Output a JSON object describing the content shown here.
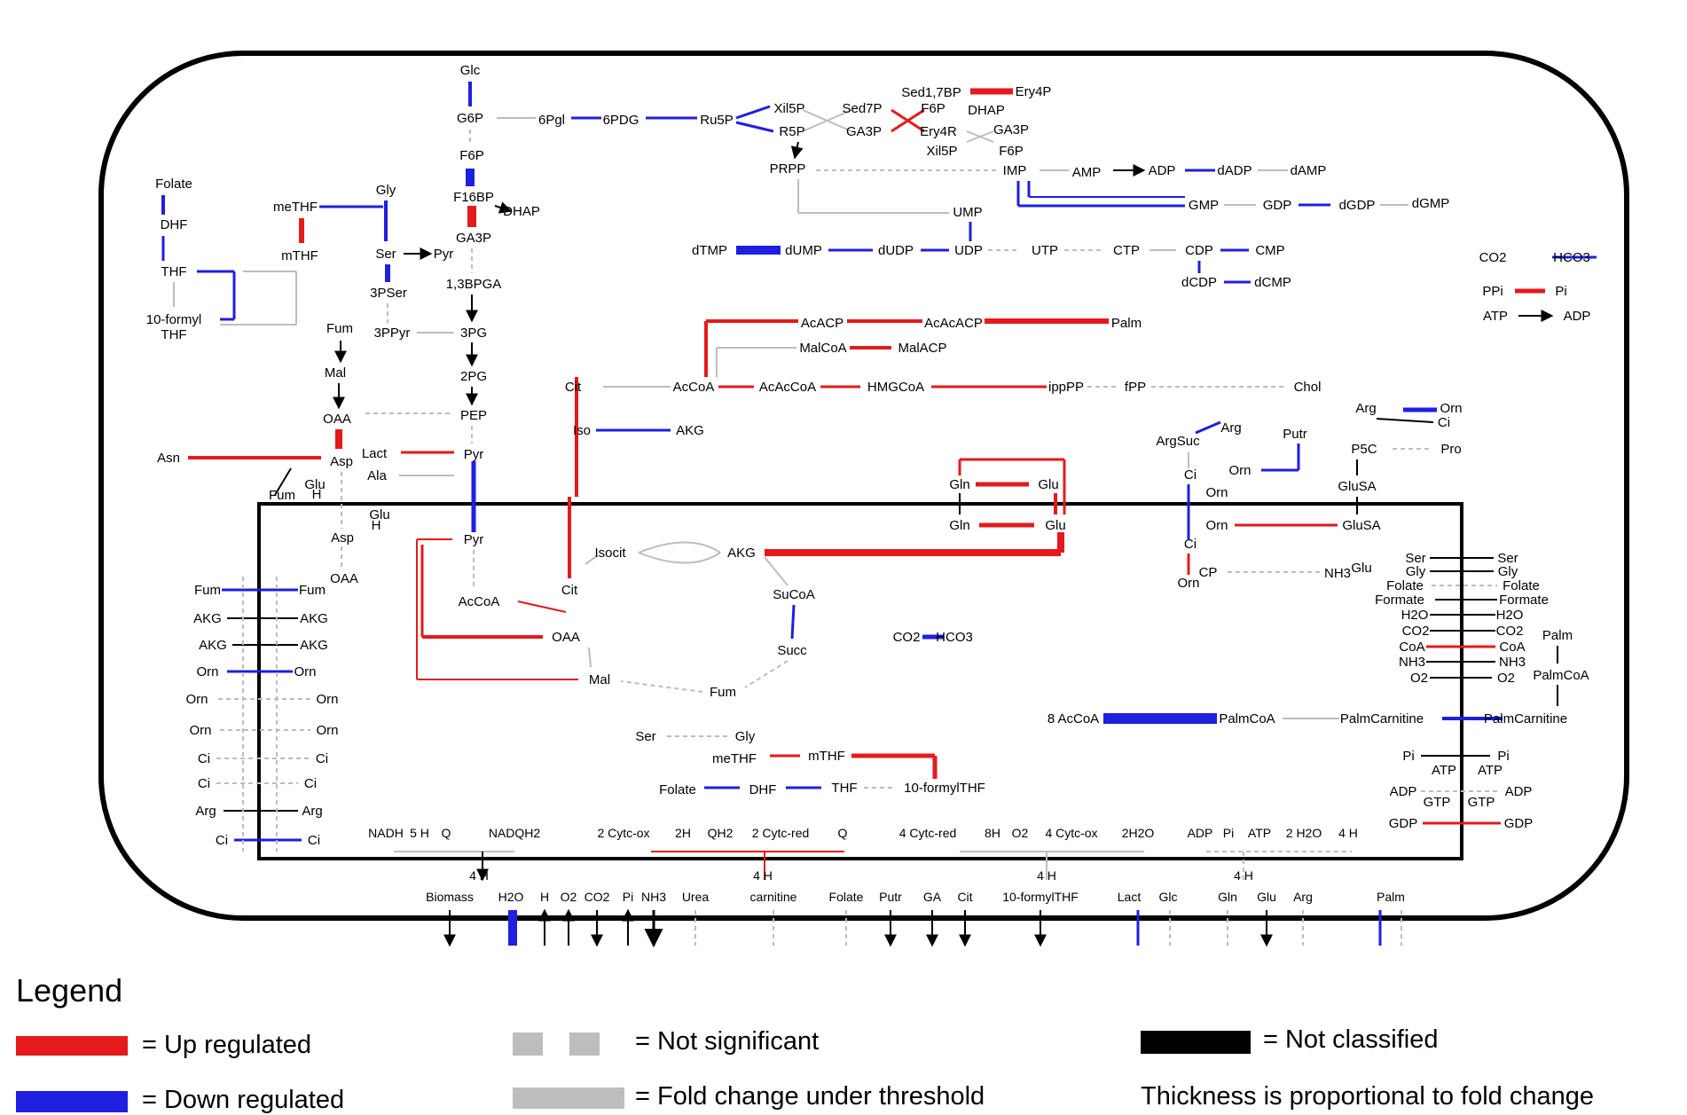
{
  "legend": {
    "title": "Legend",
    "up": "= Up regulated",
    "down": "= Down regulated",
    "not_significant": "= Not significant",
    "fold_under": "= Fold change under threshold",
    "not_classified": "= Not classified",
    "thickness": "Thickness is proportional to fold change"
  },
  "colors": {
    "up": "#e41a1c",
    "down": "#1f1fe0",
    "not_significant": "#bdbdbd",
    "not_classified": "#000000"
  },
  "metabolites": [
    [
      "Glc",
      530,
      79
    ],
    [
      "G6P",
      530,
      133
    ],
    [
      "6Pgl",
      622,
      135
    ],
    [
      "6PDG",
      700,
      135
    ],
    [
      "Ru5P",
      808,
      135
    ],
    [
      "Xil5P",
      890,
      122
    ],
    [
      "R5P",
      893,
      148
    ],
    [
      "PRPP",
      888,
      190
    ],
    [
      "Sed1,7BP",
      1050,
      104
    ],
    [
      "Ery4P",
      1165,
      103
    ],
    [
      "Sed7P",
      972,
      122
    ],
    [
      "F6P",
      1052,
      122
    ],
    [
      "DHAP",
      1112,
      124
    ],
    [
      "GA3P",
      974,
      148
    ],
    [
      "Ery4R",
      1058,
      148
    ],
    [
      "GA3P",
      1140,
      146
    ],
    [
      "Xil5P",
      1062,
      170
    ],
    [
      "F6P",
      1140,
      170
    ],
    [
      "IMP",
      1144,
      192
    ],
    [
      "AMP",
      1225,
      194
    ],
    [
      "ADP",
      1310,
      192
    ],
    [
      "dADP",
      1392,
      192
    ],
    [
      "dAMP",
      1475,
      192
    ],
    [
      "UMP",
      1091,
      239
    ],
    [
      "GMP",
      1357,
      231
    ],
    [
      "GDP",
      1440,
      231
    ],
    [
      "dGDP",
      1530,
      231
    ],
    [
      "dGMP",
      1613,
      229
    ],
    [
      "F6P",
      532,
      175
    ],
    [
      "F16BP",
      534,
      222
    ],
    [
      "DHAP",
      588,
      238
    ],
    [
      "GA3P",
      534,
      268
    ],
    [
      "1,3BPGA",
      534,
      320
    ],
    [
      "3PG",
      534,
      375
    ],
    [
      "2PG",
      534,
      424
    ],
    [
      "PEP",
      534,
      468
    ],
    [
      "Pyr",
      534,
      512
    ],
    [
      "Folate",
      196,
      207
    ],
    [
      "DHF",
      196,
      253
    ],
    [
      "THF",
      196,
      306
    ],
    [
      "10-formyl",
      196,
      360
    ],
    [
      "THF",
      196,
      377
    ],
    [
      "Gly",
      435,
      214
    ],
    [
      "meTHF",
      333,
      233
    ],
    [
      "mTHF",
      338,
      288
    ],
    [
      "Ser",
      435,
      286
    ],
    [
      "Pyr",
      500,
      286
    ],
    [
      "3PSer",
      438,
      330
    ],
    [
      "3PPyr",
      442,
      375
    ],
    [
      "Fum",
      383,
      370
    ],
    [
      "Mal",
      378,
      420
    ],
    [
      "OAA",
      380,
      472
    ],
    [
      "Asp",
      385,
      520
    ],
    [
      "Asn",
      190,
      516
    ],
    [
      "Lact",
      422,
      511
    ],
    [
      "Ala",
      425,
      536
    ],
    [
      "Glu",
      355,
      546
    ],
    [
      "Fum",
      318,
      558
    ],
    [
      "H",
      357,
      557
    ],
    [
      "dTMP",
      800,
      282
    ],
    [
      "dUMP",
      906,
      282
    ],
    [
      "dUDP",
      1010,
      282
    ],
    [
      "UDP",
      1092,
      282
    ],
    [
      "UTP",
      1178,
      282
    ],
    [
      "CTP",
      1270,
      282
    ],
    [
      "CDP",
      1352,
      282
    ],
    [
      "CMP",
      1432,
      282
    ],
    [
      "dCDP",
      1352,
      318
    ],
    [
      "dCMP",
      1435,
      318
    ],
    [
      "AcACP",
      927,
      364
    ],
    [
      "AcAcACP",
      1075,
      364
    ],
    [
      "Palm",
      1270,
      364
    ],
    [
      "MalCoA",
      928,
      392
    ],
    [
      "MalACP",
      1040,
      392
    ],
    [
      "Cit",
      646,
      436
    ],
    [
      "AcCoA",
      782,
      436
    ],
    [
      "AcAcCoA",
      888,
      436
    ],
    [
      "HMGCoA",
      1010,
      436
    ],
    [
      "ippPP",
      1202,
      436
    ],
    [
      "fPP",
      1280,
      436
    ],
    [
      "Chol",
      1474,
      436
    ],
    [
      "Iso",
      656,
      485
    ],
    [
      "AKG",
      778,
      485
    ],
    [
      "ArgSuc",
      1328,
      497
    ],
    [
      "Arg",
      1388,
      482
    ],
    [
      "Putr",
      1460,
      489
    ],
    [
      "Orn",
      1398,
      530
    ],
    [
      "P5C",
      1538,
      506
    ],
    [
      "Pro",
      1636,
      506
    ],
    [
      "Arg",
      1540,
      460
    ],
    [
      "Orn",
      1636,
      460
    ],
    [
      "Ci",
      1628,
      476
    ],
    [
      "GluSA",
      1530,
      548
    ],
    [
      "Gln",
      1082,
      546
    ],
    [
      "Glu",
      1182,
      546
    ],
    [
      "Gln",
      1082,
      592
    ],
    [
      "Glu",
      1190,
      592
    ],
    [
      "Ci",
      1342,
      535
    ],
    [
      "Orn",
      1372,
      555
    ],
    [
      "Ci",
      1342,
      613
    ],
    [
      "Orn",
      1372,
      592
    ],
    [
      "CP",
      1362,
      645
    ],
    [
      "Orn",
      1340,
      657
    ],
    [
      "GluSA",
      1535,
      592
    ],
    [
      "Glu",
      1535,
      640
    ],
    [
      "NH3",
      1508,
      646
    ],
    [
      "Glu",
      428,
      580
    ],
    [
      "H",
      424,
      592
    ],
    [
      "Asp",
      386,
      606
    ],
    [
      "OAA",
      388,
      652
    ],
    [
      "Pyr",
      534,
      608
    ],
    [
      "AcCoA",
      540,
      678
    ],
    [
      "OAA",
      638,
      718
    ],
    [
      "Mal",
      676,
      766
    ],
    [
      "Cit",
      642,
      665
    ],
    [
      "Isocit",
      688,
      623
    ],
    [
      "AKG",
      836,
      623
    ],
    [
      "SuCoA",
      895,
      670
    ],
    [
      "Succ",
      893,
      733
    ],
    [
      "Fum",
      815,
      780
    ],
    [
      "CO2",
      1022,
      718
    ],
    [
      "HCO3",
      1076,
      718
    ],
    [
      "Fum",
      234,
      665
    ],
    [
      "Fum",
      352,
      665
    ],
    [
      "AKG",
      234,
      697
    ],
    [
      "AKG",
      354,
      697
    ],
    [
      "AKG",
      240,
      727
    ],
    [
      "AKG",
      354,
      727
    ],
    [
      "Orn",
      234,
      757
    ],
    [
      "Orn",
      344,
      757
    ],
    [
      "Orn",
      222,
      788
    ],
    [
      "Orn",
      369,
      788
    ],
    [
      "Orn",
      226,
      823
    ],
    [
      "Orn",
      369,
      823
    ],
    [
      "Ci",
      230,
      855
    ],
    [
      "Ci",
      363,
      855
    ],
    [
      "Ci",
      230,
      883
    ],
    [
      "Ci",
      350,
      883
    ],
    [
      "Arg",
      232,
      914
    ],
    [
      "Arg",
      352,
      914
    ],
    [
      "Ci",
      250,
      947
    ],
    [
      "Ci",
      354,
      947
    ],
    [
      "8 AcCoA",
      1210,
      810
    ],
    [
      "PalmCoA",
      1406,
      810
    ],
    [
      "PalmCarnitine",
      1558,
      810
    ],
    [
      "PalmCarnitine",
      1720,
      810
    ],
    [
      "Ser",
      728,
      830
    ],
    [
      "Gly",
      840,
      830
    ],
    [
      "meTHF",
      828,
      855
    ],
    [
      "mTHF",
      932,
      852
    ],
    [
      "Folate",
      764,
      890
    ],
    [
      "DHF",
      860,
      890
    ],
    [
      "THF",
      952,
      888
    ],
    [
      "10-formylTHF",
      1065,
      888
    ],
    [
      "Ser",
      1596,
      629
    ],
    [
      "Ser",
      1700,
      629
    ],
    [
      "Gly",
      1596,
      644
    ],
    [
      "Gly",
      1700,
      644
    ],
    [
      "Folate",
      1584,
      660
    ],
    [
      "Folate",
      1715,
      660
    ],
    [
      "Formate",
      1578,
      676
    ],
    [
      "Formate",
      1718,
      676
    ],
    [
      "H2O",
      1595,
      693
    ],
    [
      "H2O",
      1702,
      693
    ],
    [
      "CO2",
      1596,
      711
    ],
    [
      "CO2",
      1702,
      711
    ],
    [
      "CoA",
      1592,
      729
    ],
    [
      "CoA",
      1705,
      729
    ],
    [
      "NH3",
      1592,
      746
    ],
    [
      "NH3",
      1705,
      746
    ],
    [
      "O2",
      1600,
      764
    ],
    [
      "O2",
      1698,
      764
    ],
    [
      "Palm",
      1756,
      716
    ],
    [
      "PalmCoA",
      1760,
      761
    ],
    [
      "Pi",
      1588,
      852
    ],
    [
      "Pi",
      1695,
      852
    ],
    [
      "ATP",
      1628,
      868
    ],
    [
      "ATP",
      1680,
      868
    ],
    [
      "ADP",
      1582,
      892
    ],
    [
      "ADP",
      1712,
      892
    ],
    [
      "GTP",
      1620,
      904
    ],
    [
      "GTP",
      1670,
      904
    ],
    [
      "GDP",
      1582,
      928
    ],
    [
      "GDP",
      1712,
      928
    ],
    [
      "CO2",
      1683,
      290
    ],
    [
      "HCO3",
      1772,
      290
    ],
    [
      "PPi",
      1683,
      328
    ],
    [
      "Pi",
      1760,
      328
    ],
    [
      "ATP",
      1686,
      356
    ],
    [
      "ADP",
      1778,
      356
    ]
  ],
  "bottom_exchange": [
    [
      "Biomass",
      507
    ],
    [
      "H2O",
      576
    ],
    [
      "H",
      614
    ],
    [
      "O2",
      641
    ],
    [
      "CO2",
      673
    ],
    [
      "Pi",
      708
    ],
    [
      "NH3",
      737
    ],
    [
      "Urea",
      784
    ],
    [
      "carnitine",
      872
    ],
    [
      "Folate",
      954
    ],
    [
      "Putr",
      1004
    ],
    [
      "GA",
      1051
    ],
    [
      "Cit",
      1088
    ],
    [
      "10-formylTHF",
      1173
    ],
    [
      "Lact",
      1273
    ],
    [
      "Glc",
      1317
    ],
    [
      "Gln",
      1384
    ],
    [
      "Glu",
      1428
    ],
    [
      "Arg",
      1469
    ],
    [
      "Palm",
      1568
    ]
  ],
  "etc": [
    [
      "NADH",
      435
    ],
    [
      "5 H",
      473
    ],
    [
      "Q",
      503
    ],
    [
      "NADQH2",
      580
    ],
    [
      "2 Cytc-ox",
      703
    ],
    [
      "2H",
      770
    ],
    [
      "QH2",
      812
    ],
    [
      "2 Cytc-red",
      880
    ],
    [
      "Q",
      950
    ],
    [
      "4 Cytc-red",
      1046
    ],
    [
      "8H",
      1119
    ],
    [
      "O2",
      1150
    ],
    [
      "4 Cytc-ox",
      1208
    ],
    [
      "2H2O",
      1283
    ],
    [
      "ADP",
      1353
    ],
    [
      "Pi",
      1385
    ],
    [
      "ATP",
      1420
    ],
    [
      "2 H2O",
      1470
    ],
    [
      "4 H",
      1520
    ]
  ],
  "etc_h_labels": [
    "4 H",
    "4 H",
    "4 H",
    "4 H"
  ]
}
